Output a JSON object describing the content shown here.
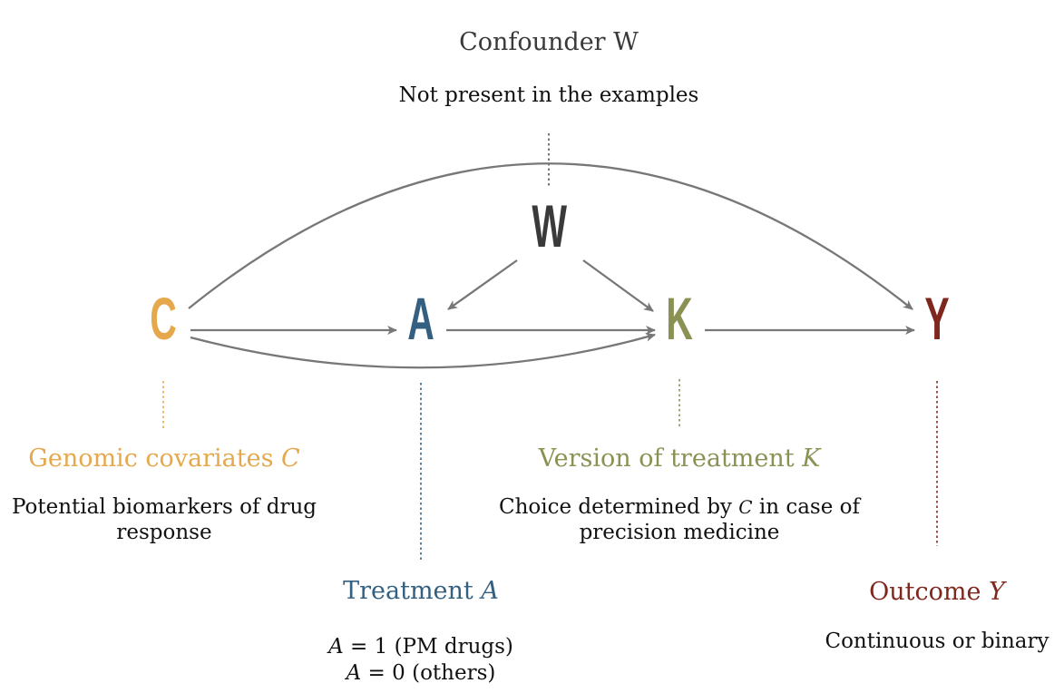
{
  "colors": {
    "confounder": "#3a3a3a",
    "genomic": "#e6a84c",
    "treatment": "#335f80",
    "version": "#8b9153",
    "outcome": "#80271d",
    "arrow": "#777777"
  },
  "nodes": {
    "W": "W",
    "C": "C",
    "A": "A",
    "K": "K",
    "Y": "Y"
  },
  "confounder": {
    "title": "Confounder W",
    "description": "Not present in the examples"
  },
  "genomic": {
    "title": "Genomic covariates",
    "symbol": "C",
    "description_line1": "Potential biomarkers of drug",
    "description_line2": "response"
  },
  "treatment": {
    "title": "Treatment",
    "symbol": "A",
    "line1_var": "A",
    "line1_eq": " = 1 ",
    "line1_note": "(PM drugs)",
    "line2_var": "A",
    "line2_eq": " = 0 ",
    "line2_note": "(others)"
  },
  "version": {
    "title": "Version of treatment",
    "symbol": "K",
    "description_pre": "Choice determined by ",
    "description_var": "C",
    "description_post": " in case of",
    "description_line2": "precision medicine"
  },
  "outcome": {
    "title": "Outcome",
    "symbol": "Y",
    "description": "Continuous or binary"
  }
}
